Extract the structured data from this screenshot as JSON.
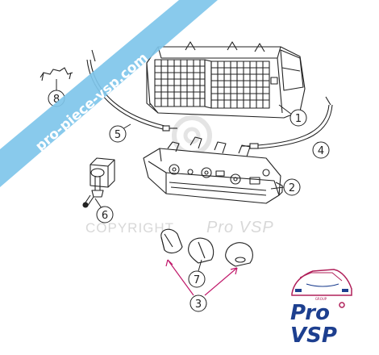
{
  "watermark_banner": {
    "text": "pro-piece-vsp.com",
    "color": "#7fc6ea"
  },
  "copyright": {
    "prefix": "COPYRIGHT",
    "brand": "Pro VSP"
  },
  "callouts": [
    {
      "id": "1",
      "label": "1"
    },
    {
      "id": "2",
      "label": "2"
    },
    {
      "id": "3",
      "label": "3"
    },
    {
      "id": "4",
      "label": "4"
    },
    {
      "id": "5",
      "label": "5"
    },
    {
      "id": "6",
      "label": "6"
    },
    {
      "id": "7",
      "label": "7"
    },
    {
      "id": "8",
      "label": "8"
    }
  ],
  "logo": {
    "word_top": "Pro",
    "word_bottom": "VSP",
    "tagline": "GROUP",
    "color_primary": "#1d3f8f",
    "color_accent": "#b0205a"
  },
  "colors": {
    "line": "#222222",
    "leader_highlight": "#c0186a"
  }
}
